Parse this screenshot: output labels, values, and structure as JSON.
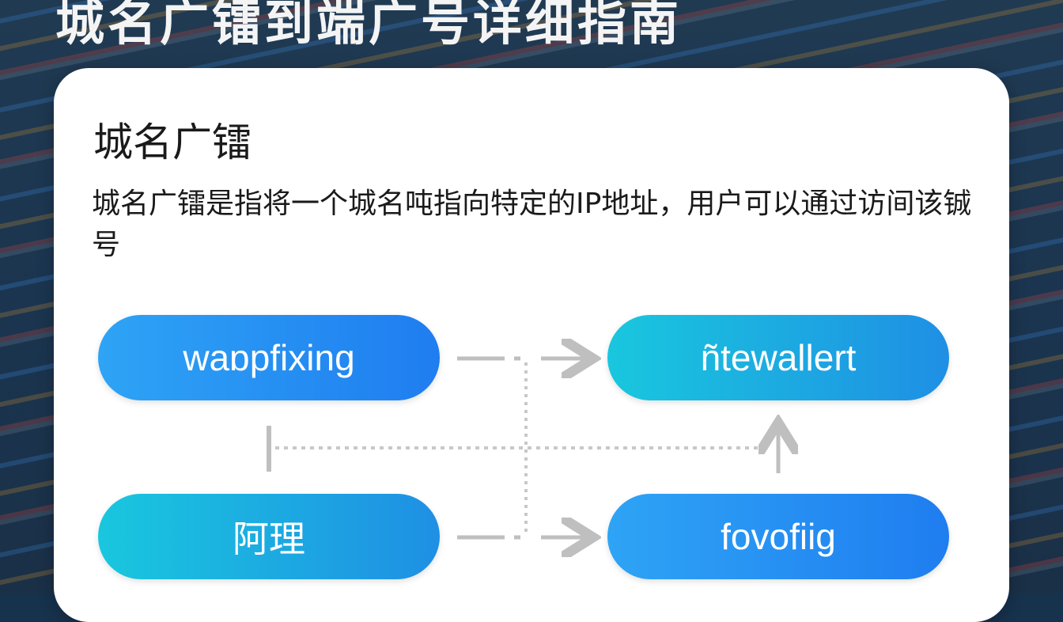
{
  "banner": {
    "title": "城名广镭到端广号详细指南"
  },
  "card": {
    "title": "城名广镭",
    "description": "城名广镭是指将一个城名吨指向特定的IP地址，用户可以通过访间该铖号"
  },
  "diagram": {
    "nodes": [
      {
        "id": "a",
        "label": "waɒpfixing",
        "style": "blue"
      },
      {
        "id": "b",
        "label": "ñtewallert",
        "style": "cyan"
      },
      {
        "id": "c",
        "label": "阿理",
        "style": "cyan"
      },
      {
        "id": "d",
        "label": "fovofiig",
        "style": "blue"
      }
    ],
    "edges": [
      {
        "from": "a",
        "to": "b",
        "kind": "arrow"
      },
      {
        "from": "c",
        "to": "d",
        "kind": "arrow"
      },
      {
        "from": "a",
        "to": "b",
        "kind": "dotted-up-arrow"
      }
    ],
    "colors": {
      "blue": "#1f7df0",
      "cyan": "#19c7de",
      "connector": "#bfbfbf"
    }
  }
}
